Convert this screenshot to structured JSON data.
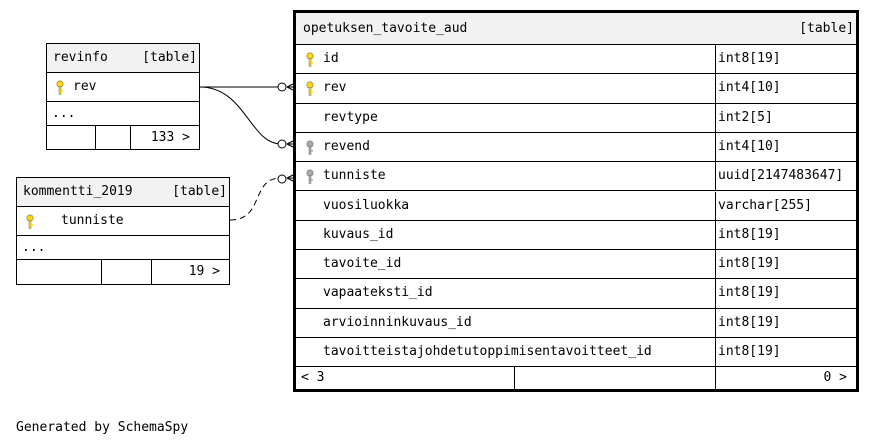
{
  "colors": {
    "primary_key": "#ffd700",
    "foreign_key": "#a9a9a9",
    "header_bg": "#f2f2f2"
  },
  "revinfo": {
    "name": "revinfo",
    "type": "[table]",
    "columns": [
      {
        "name": "rev",
        "key": "primary-key-icon"
      }
    ],
    "more": "...",
    "children": "133 >"
  },
  "kommentti": {
    "name": "kommentti_2019",
    "type": "[table]",
    "columns": [
      {
        "name": "tunniste",
        "key": "primary-key-icon"
      }
    ],
    "more": "...",
    "children": "19 >"
  },
  "main": {
    "name": "opetuksen_tavoite_aud",
    "type": "[table]",
    "columns": [
      {
        "name": "id",
        "type": "int8[19]",
        "key": "primary-key-icon"
      },
      {
        "name": "rev",
        "type": "int4[10]",
        "key": "primary-key-icon"
      },
      {
        "name": "revtype",
        "type": "int2[5]",
        "key": ""
      },
      {
        "name": "revend",
        "type": "int4[10]",
        "key": "foreign-key-icon"
      },
      {
        "name": "tunniste",
        "type": "uuid[2147483647]",
        "key": "foreign-key-icon"
      },
      {
        "name": "vuosiluokka",
        "type": "varchar[255]",
        "key": ""
      },
      {
        "name": "kuvaus_id",
        "type": "int8[19]",
        "key": ""
      },
      {
        "name": "tavoite_id",
        "type": "int8[19]",
        "key": ""
      },
      {
        "name": "vapaateksti_id",
        "type": "int8[19]",
        "key": ""
      },
      {
        "name": "arvioinninkuvaus_id",
        "type": "int8[19]",
        "key": ""
      },
      {
        "name": "tavoitteistajohdetutoppimisentavoitteet_id",
        "type": "int8[19]",
        "key": ""
      }
    ],
    "parents": "< 3",
    "children": "0 >"
  },
  "footer": "Generated by SchemaSpy"
}
